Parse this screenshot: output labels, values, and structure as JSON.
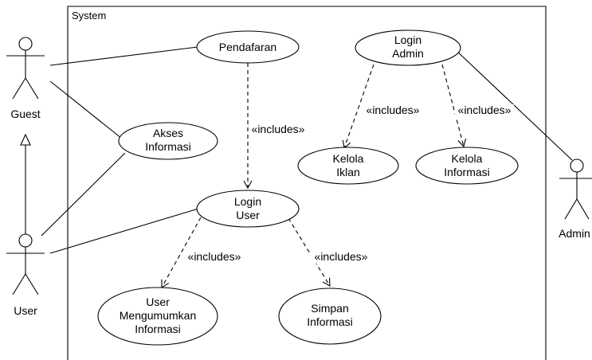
{
  "system": {
    "label": "System"
  },
  "actors": {
    "guest": "Guest",
    "user": "User",
    "admin": "Admin"
  },
  "usecases": {
    "pendafaran": [
      "Pendafaran"
    ],
    "login_admin": [
      "Login",
      "Admin"
    ],
    "akses_informasi": [
      "Akses",
      "Informasi"
    ],
    "kelola_iklan": [
      "Kelola",
      "Iklan"
    ],
    "kelola_informasi": [
      "Kelola",
      "Informasi"
    ],
    "login_user": [
      "Login",
      "User"
    ],
    "user_mengumumkan_informasi": [
      "User",
      "Mengumumkan",
      "Informasi"
    ],
    "simpan_informasi": [
      "Simpan",
      "Informasi"
    ]
  },
  "relationships": {
    "includes_pendafaran_login_user": "«includes»",
    "includes_login_admin_kelola_iklan": "«includes»",
    "includes_login_admin_kelola_informasi": "«includes»",
    "includes_login_user_mengumumkan": "«includes»",
    "includes_login_user_simpan": "«includes»"
  }
}
